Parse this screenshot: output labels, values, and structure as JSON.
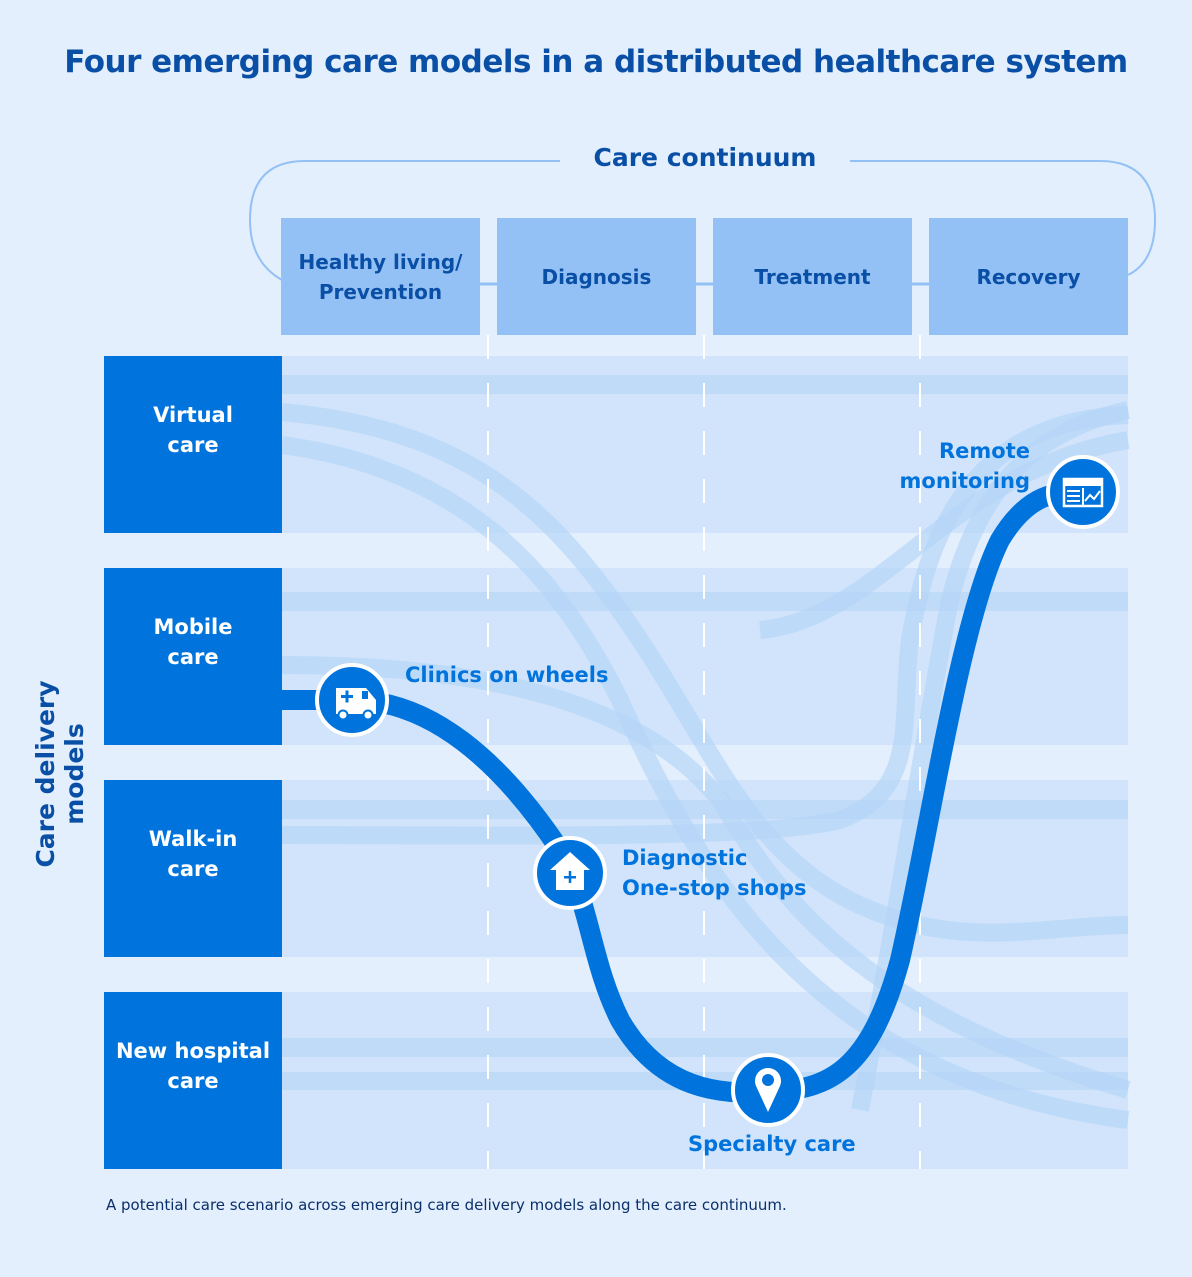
{
  "title": "Four emerging care models in a distributed healthcare system",
  "continuum": {
    "label": "Care continuum",
    "stages": [
      {
        "label": "Healthy living/\nPrevention",
        "line1": "Healthy living/",
        "line2": "Prevention"
      },
      {
        "label": "Diagnosis"
      },
      {
        "label": "Treatment"
      },
      {
        "label": "Recovery"
      }
    ]
  },
  "axis_label": "Care delivery models",
  "models": [
    {
      "line1": "Virtual",
      "line2": "care"
    },
    {
      "line1": "Mobile",
      "line2": "care"
    },
    {
      "line1": "Walk-in",
      "line2": "care"
    },
    {
      "line1": "New hospital",
      "line2": "care"
    }
  ],
  "path_nodes": [
    {
      "label": "Clinics on wheels",
      "icon": "ambulance-icon",
      "model": "Mobile care",
      "stage": "Healthy living/Prevention"
    },
    {
      "label_line1": "Diagnostic",
      "label_line2": "One-stop shops",
      "icon": "clinic-house-icon",
      "model": "Walk-in care",
      "stage": "Diagnosis"
    },
    {
      "label": "Specialty care",
      "icon": "location-pin-icon",
      "model": "New hospital care",
      "stage": "Treatment"
    },
    {
      "label_line1": "Remote",
      "label_line2": "monitoring",
      "icon": "monitor-dashboard-icon",
      "model": "Virtual care",
      "stage": "Recovery"
    }
  ],
  "caption": "A potential care scenario across emerging care delivery models along the care continuum.",
  "colors": {
    "background": "#e3effd",
    "title": "#0a4fa6",
    "model_box": "#0073dc",
    "stage_box": "#94c1f5",
    "lane": "#d1e4fb",
    "lane_stripe": "#c0dbf8",
    "path": "#0073dc"
  }
}
